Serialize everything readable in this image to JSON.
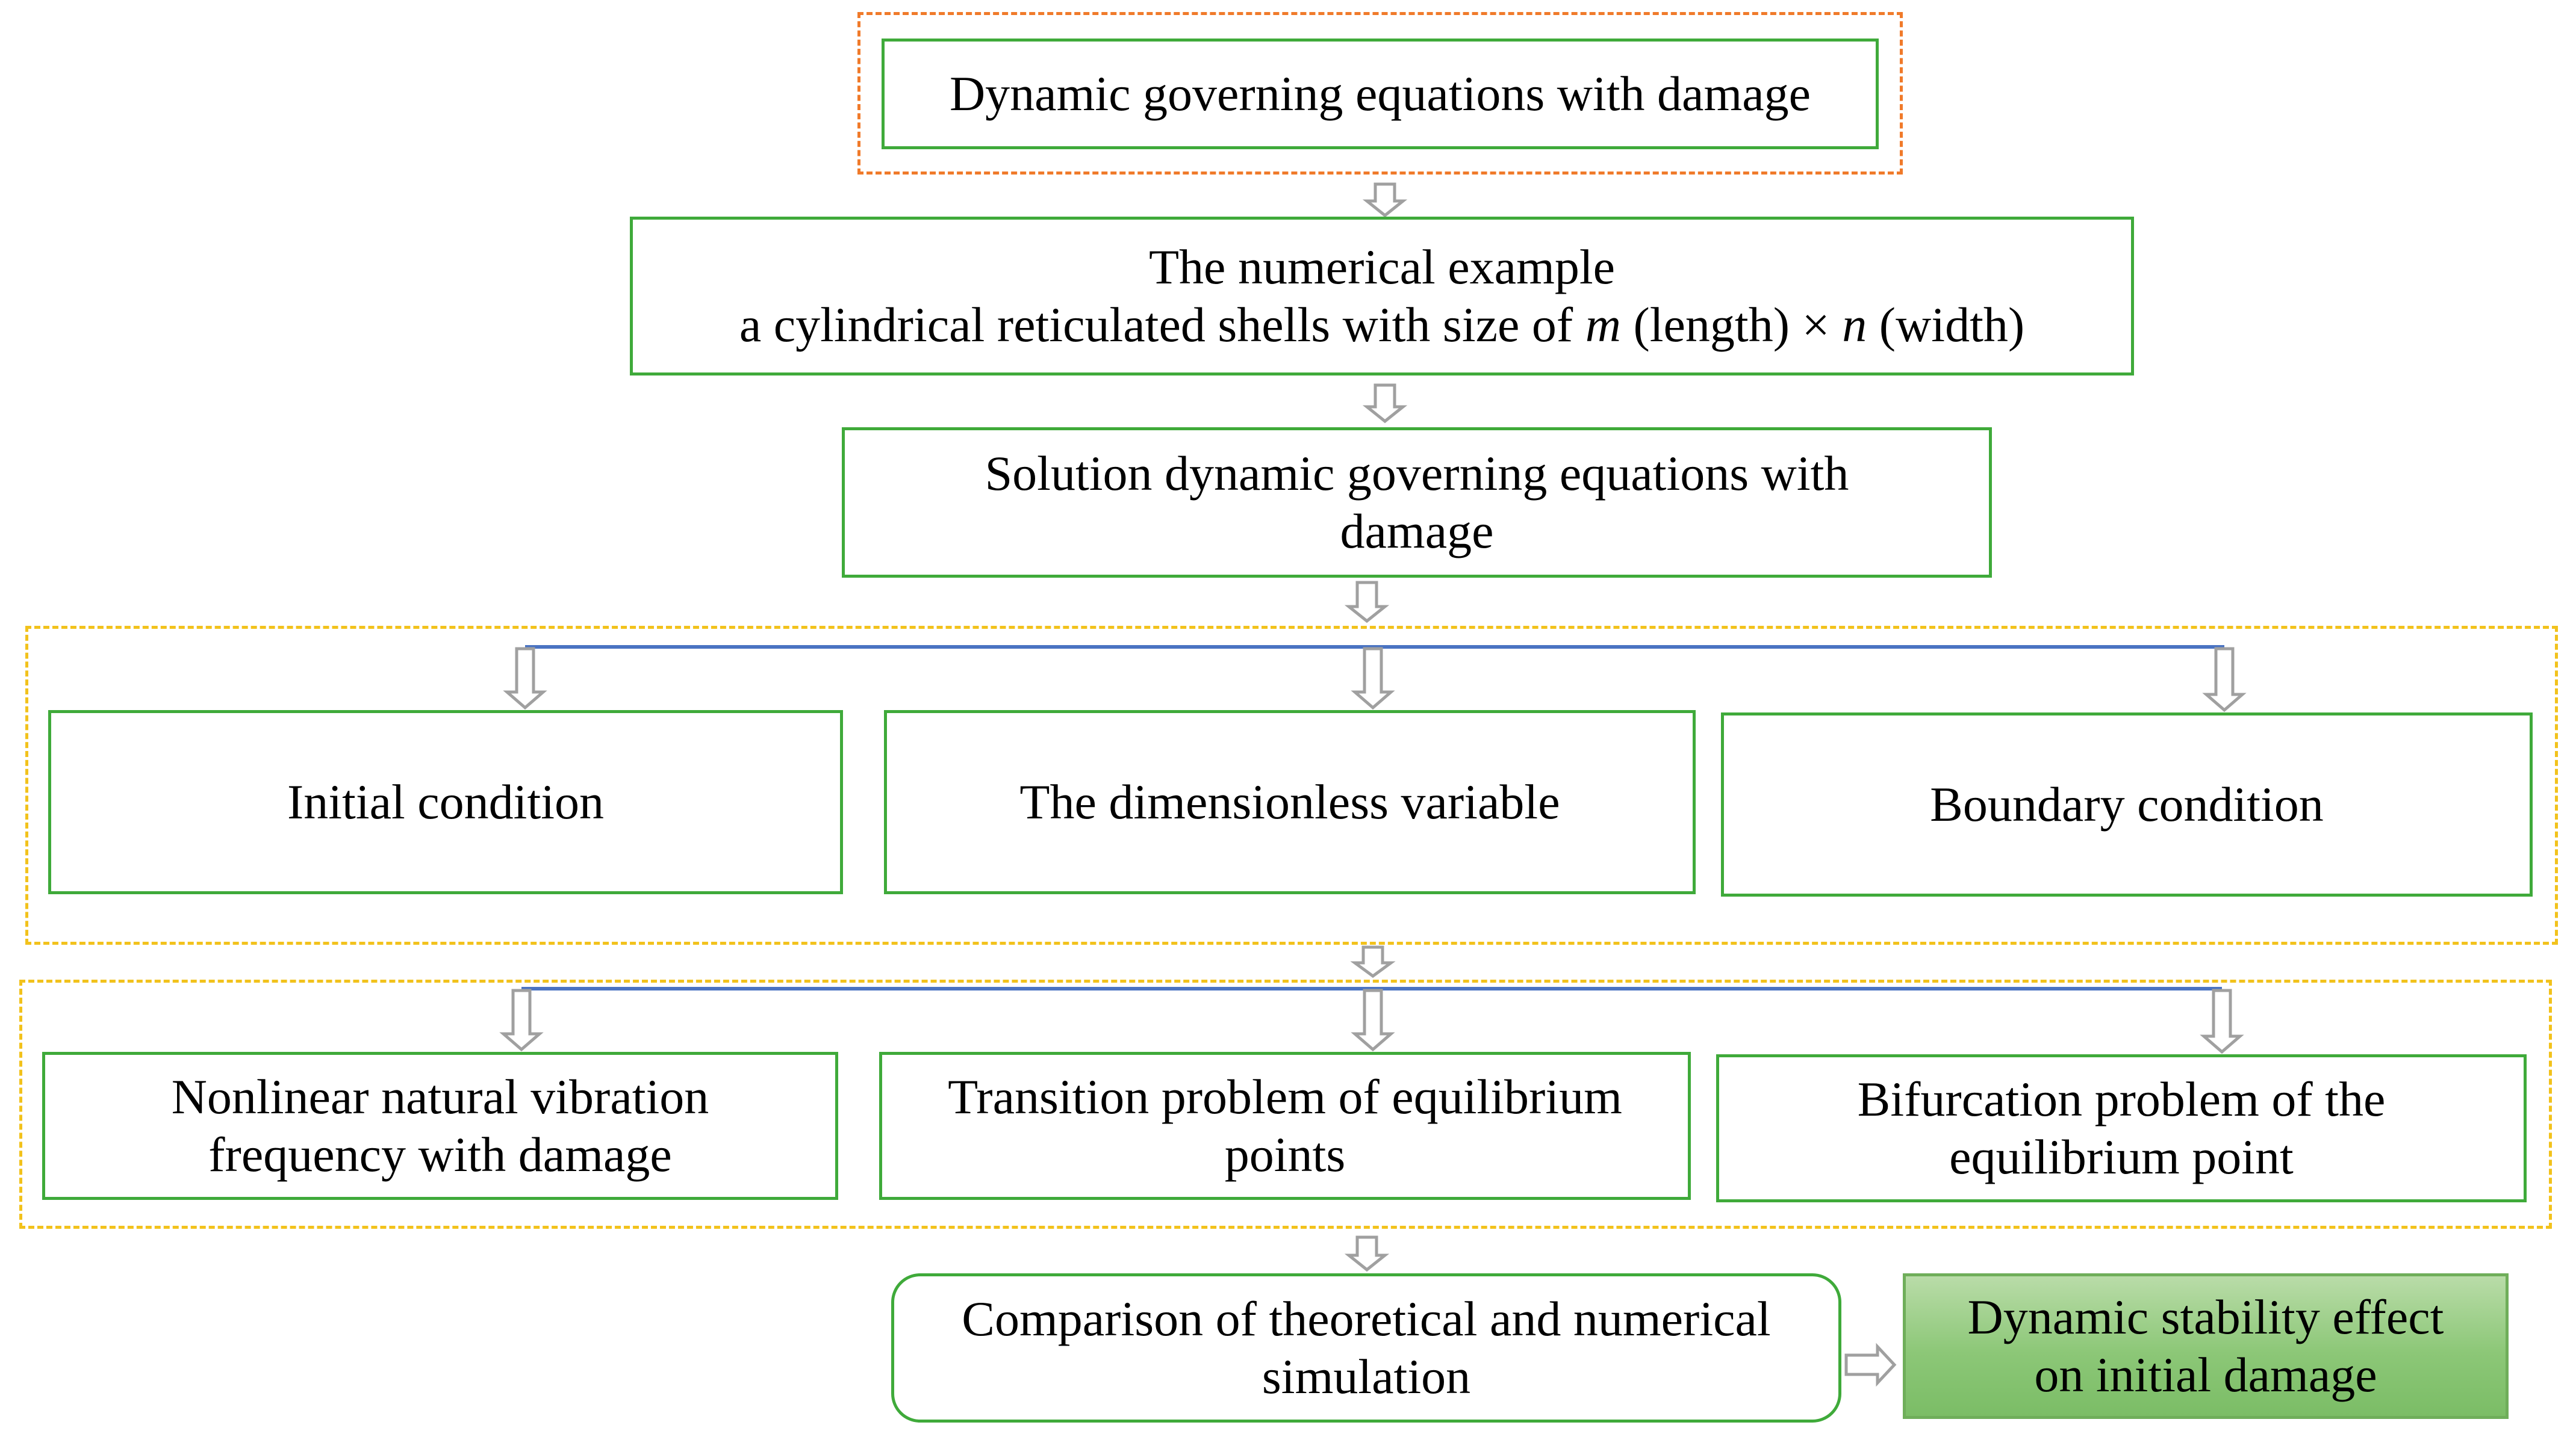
{
  "nodes": {
    "governing": {
      "text": "Dynamic governing equations with damage"
    },
    "example": {
      "line1": "The numerical example",
      "line2_prefix": "a cylindrical reticulated shells with size of ",
      "m": "m",
      "length": " (length) ",
      "times": "×",
      "space": " ",
      "n": "n",
      "width": " (width)"
    },
    "solution": {
      "line1": "Solution dynamic governing equations with",
      "line2": "damage"
    },
    "initial": {
      "text": "Initial condition"
    },
    "dimensionless": {
      "text": "The dimensionless variable"
    },
    "boundary": {
      "text": "Boundary condition"
    },
    "nonlinear": {
      "line1": "Nonlinear natural vibration",
      "line2": "frequency with damage"
    },
    "transition": {
      "line1": "Transition problem of equilibrium",
      "line2": "points"
    },
    "bifurcation": {
      "line1": "Bifurcation problem of the",
      "line2": "equilibrium point"
    },
    "comparison": {
      "line1": "Comparison of theoretical and numerical",
      "line2": "simulation"
    },
    "stability": {
      "line1": "Dynamic stability effect",
      "line2": "on initial damage"
    }
  },
  "colors": {
    "box_border": "#3faa3a",
    "orange_dash": "#f07a2a",
    "yellow_dash": "#f2c21c",
    "blue_line": "#4a73c2",
    "arrow_outline": "#a0a0a0",
    "stability_fill": "#8cc777"
  }
}
